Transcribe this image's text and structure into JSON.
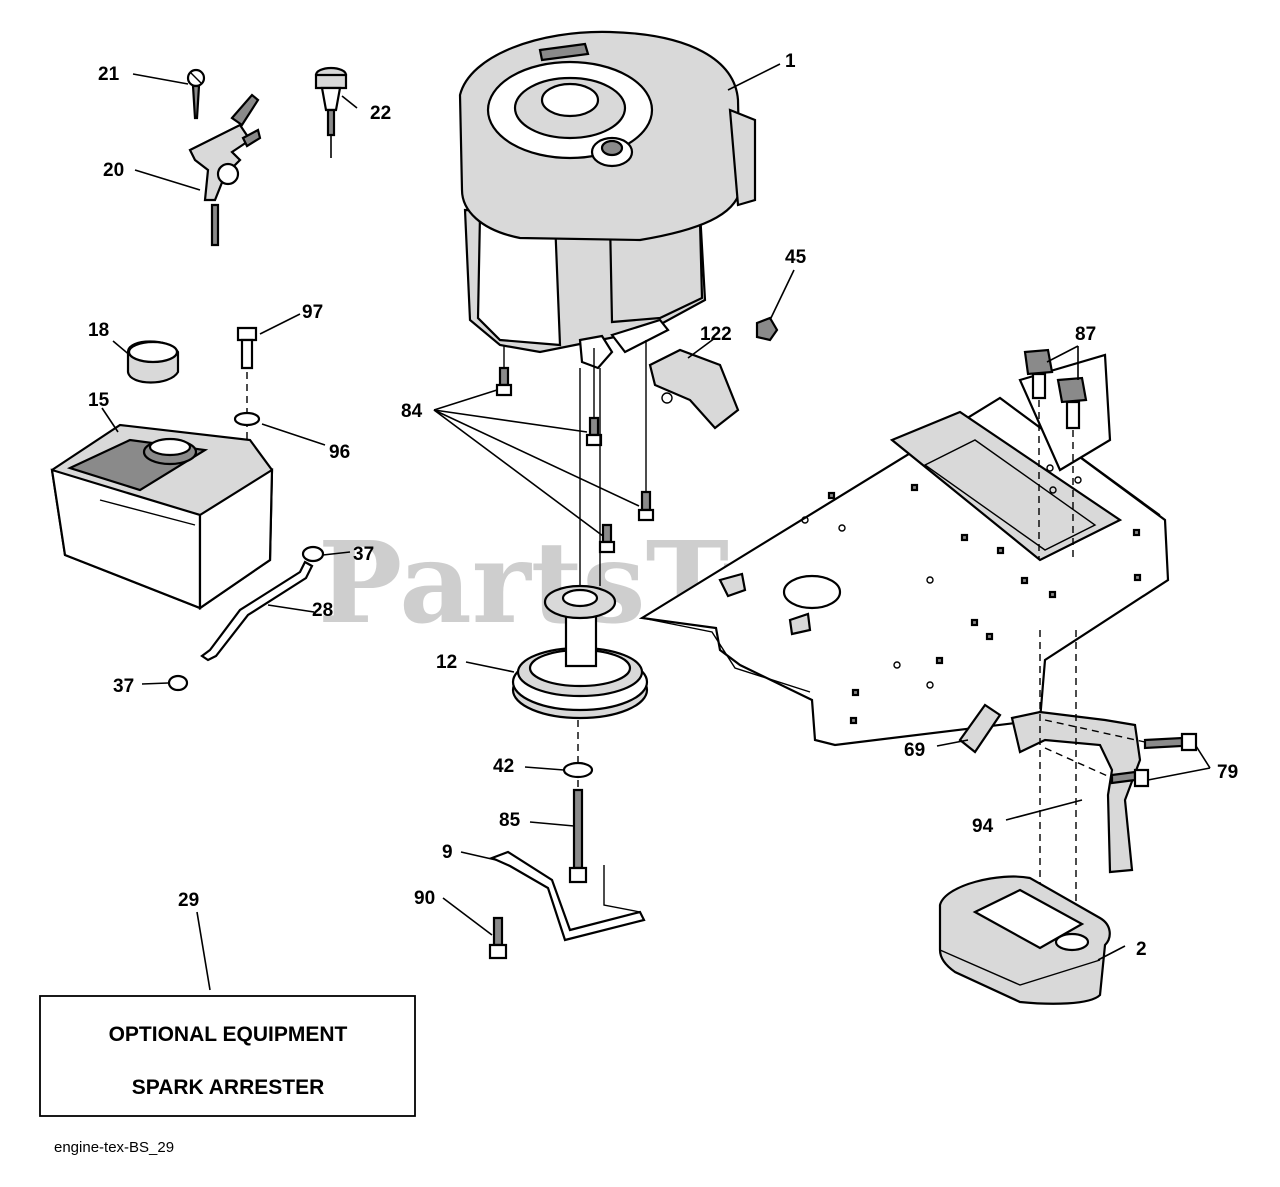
{
  "diagram": {
    "callouts": {
      "c1": "1",
      "c2": "2",
      "c9": "9",
      "c12": "12",
      "c15": "15",
      "c18": "18",
      "c20": "20",
      "c21": "21",
      "c22": "22",
      "c28": "28",
      "c29": "29",
      "c37a": "37",
      "c37b": "37",
      "c42": "42",
      "c45": "45",
      "c69": "69",
      "c79": "79",
      "c84": "84",
      "c85": "85",
      "c87": "87",
      "c90": "90",
      "c94": "94",
      "c96": "96",
      "c97": "97",
      "c122": "122"
    },
    "optional_box": {
      "line1": "OPTIONAL EQUIPMENT",
      "line2": "SPARK ARRESTER"
    },
    "footer_code": "engine-tex-BS_29"
  },
  "watermark": {
    "text": "PartsTree",
    "trademark": "™",
    "color": "#bdbdbd"
  }
}
